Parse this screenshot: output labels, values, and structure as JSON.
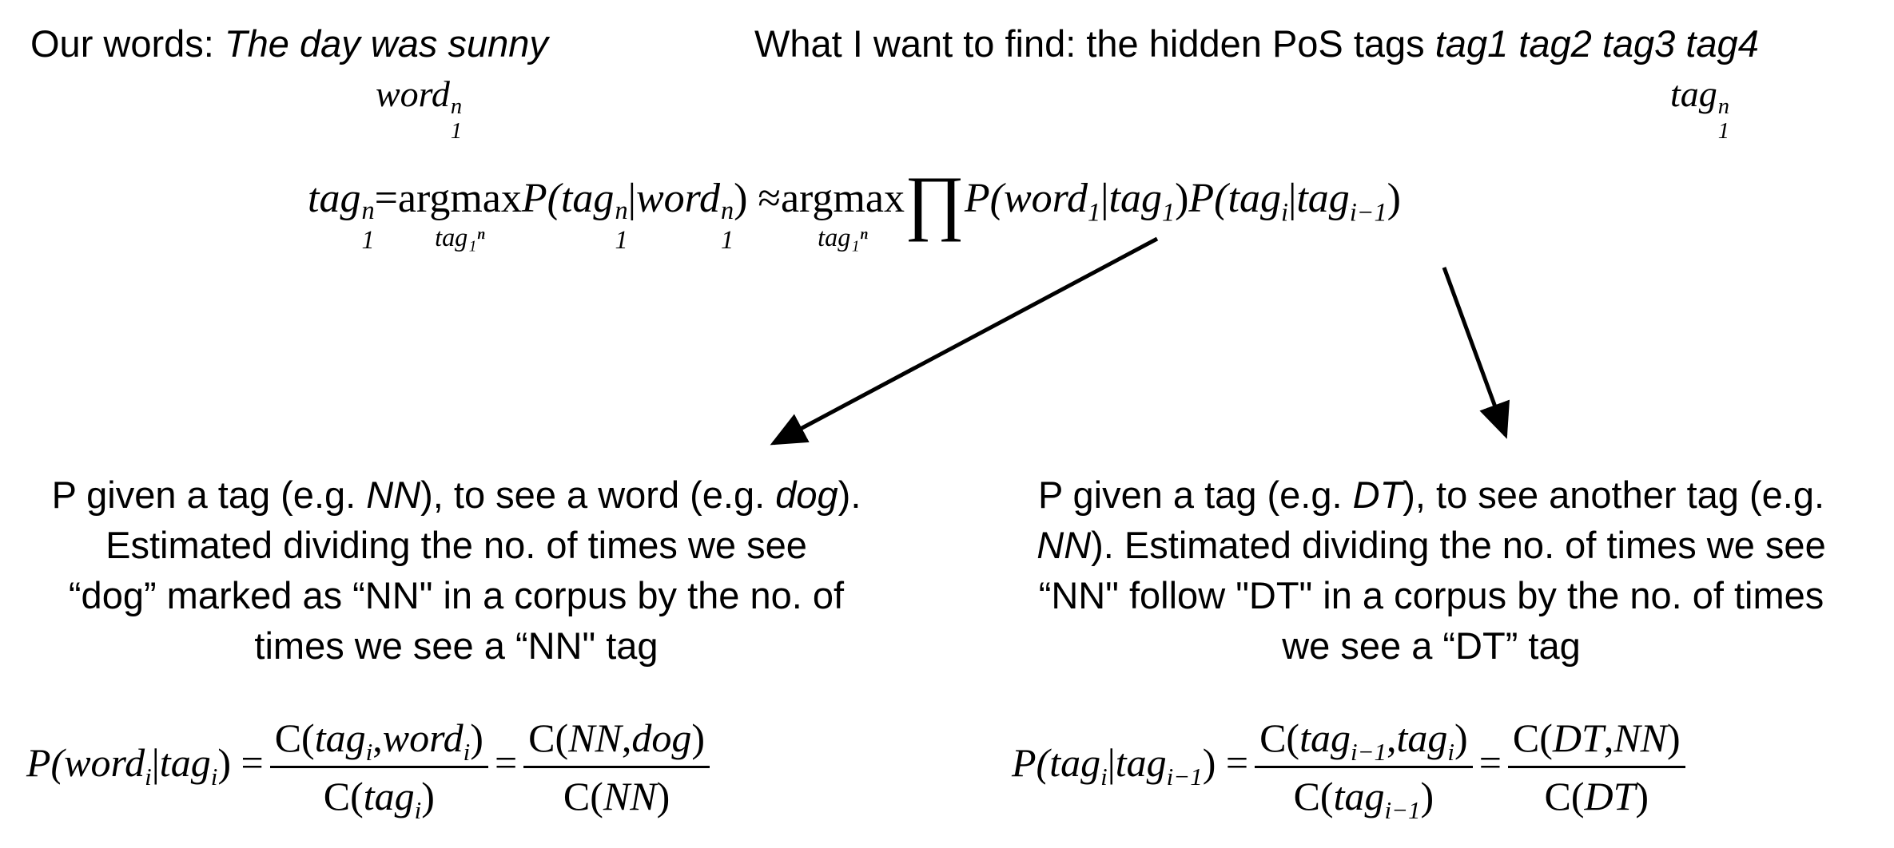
{
  "header_left": {
    "label": "Our words: ",
    "sentence": "The day was sunny",
    "notation": [
      {
        "t": "word",
        "it": true,
        "sub": "1",
        "sup": "n"
      }
    ]
  },
  "header_right": {
    "label": "What I want to find: the hidden PoS tags ",
    "tags": "tag1 tag2 tag3 tag4",
    "notation": [
      {
        "t": "tag",
        "it": true,
        "sub": "1",
        "sup": "n"
      }
    ]
  },
  "main_equation": [
    {
      "t": "tag",
      "it": true,
      "sub": "1",
      "sup": "n"
    },
    {
      "t": " = "
    },
    {
      "t": "argmax",
      "under": "tag₁ⁿ"
    },
    {
      "t": " P(",
      "it": true
    },
    {
      "t": "tag",
      "it": true,
      "sub": "1",
      "sup": "n"
    },
    {
      "t": " | "
    },
    {
      "t": "word",
      "it": true,
      "sub": "1",
      "sup": "n"
    },
    {
      "t": ") ≈ "
    },
    {
      "t": "argmax",
      "under": "tag₁ⁿ"
    },
    {
      "t": "∏",
      "big": true
    },
    {
      "t": "P(",
      "it": true
    },
    {
      "t": "word",
      "it": true,
      "sub": "1"
    },
    {
      "t": " | "
    },
    {
      "t": "tag",
      "it": true,
      "sub": "1"
    },
    {
      "t": ")"
    },
    {
      "t": "P(",
      "it": true
    },
    {
      "t": "tag",
      "it": true,
      "sub": "i"
    },
    {
      "t": " | "
    },
    {
      "t": "tag",
      "it": true,
      "sub": "i−1"
    },
    {
      "t": ")"
    }
  ],
  "left_explanation": [
    [
      {
        "t": "P given a tag (e.g. "
      },
      {
        "t": "NN",
        "it": true
      },
      {
        "t": "), to see a word (e.g. "
      },
      {
        "t": "dog",
        "it": true
      },
      {
        "t": ")."
      }
    ],
    [
      {
        "t": "Estimated dividing the no. of times we see"
      }
    ],
    [
      {
        "t": "“dog” marked as “NN\" in a corpus by the no. of"
      }
    ],
    [
      {
        "t": "times we see a “NN\" tag"
      }
    ]
  ],
  "right_explanation": [
    [
      {
        "t": "P given a tag (e.g. "
      },
      {
        "t": "DT",
        "it": true
      },
      {
        "t": "), to see another tag (e.g."
      }
    ],
    [
      {
        "t": "NN",
        "it": true
      },
      {
        "t": "). Estimated dividing the no. of times we see"
      }
    ],
    [
      {
        "t": "“NN\" follow \"DT\" in a corpus by the no. of times"
      }
    ],
    [
      {
        "t": "we see a “DT” tag"
      }
    ]
  ],
  "emission_formula": [
    {
      "t": "P(",
      "it": true
    },
    {
      "t": "word",
      "it": true,
      "sub": "i"
    },
    {
      "t": " | "
    },
    {
      "t": "tag",
      "it": true,
      "sub": "i"
    },
    {
      "t": ") = "
    },
    {
      "frac": {
        "num": [
          {
            "t": "C("
          },
          {
            "t": "tag",
            "it": true,
            "sub": "i"
          },
          {
            "t": ", "
          },
          {
            "t": "word",
            "it": true,
            "sub": "i"
          },
          {
            "t": ")"
          }
        ],
        "den": [
          {
            "t": "C("
          },
          {
            "t": "tag",
            "it": true,
            "sub": "i"
          },
          {
            "t": ")"
          }
        ]
      }
    },
    {
      "t": " = "
    },
    {
      "frac": {
        "num": [
          {
            "t": "C("
          },
          {
            "t": "NN",
            "it": true
          },
          {
            "t": ", "
          },
          {
            "t": "dog",
            "it": true
          },
          {
            "t": ")"
          }
        ],
        "den": [
          {
            "t": "C("
          },
          {
            "t": "NN",
            "it": true
          },
          {
            "t": ")"
          }
        ]
      }
    }
  ],
  "transition_formula": [
    {
      "t": "P(",
      "it": true
    },
    {
      "t": "tag",
      "it": true,
      "sub": "i"
    },
    {
      "t": " | "
    },
    {
      "t": "tag",
      "it": true,
      "sub": "i−1"
    },
    {
      "t": ") = "
    },
    {
      "frac": {
        "num": [
          {
            "t": "C("
          },
          {
            "t": "tag",
            "it": true,
            "sub": "i−1"
          },
          {
            "t": ", "
          },
          {
            "t": "tag",
            "it": true,
            "sub": "i"
          },
          {
            "t": ")"
          }
        ],
        "den": [
          {
            "t": "C("
          },
          {
            "t": "tag",
            "it": true,
            "sub": "i−1"
          },
          {
            "t": ")"
          }
        ]
      }
    },
    {
      "t": " = "
    },
    {
      "frac": {
        "num": [
          {
            "t": "C("
          },
          {
            "t": "DT",
            "it": true
          },
          {
            "t": ", "
          },
          {
            "t": "NN",
            "it": true
          },
          {
            "t": ")"
          }
        ],
        "den": [
          {
            "t": "C("
          },
          {
            "t": "DT",
            "it": true
          },
          {
            "t": ")"
          }
        ]
      }
    }
  ]
}
